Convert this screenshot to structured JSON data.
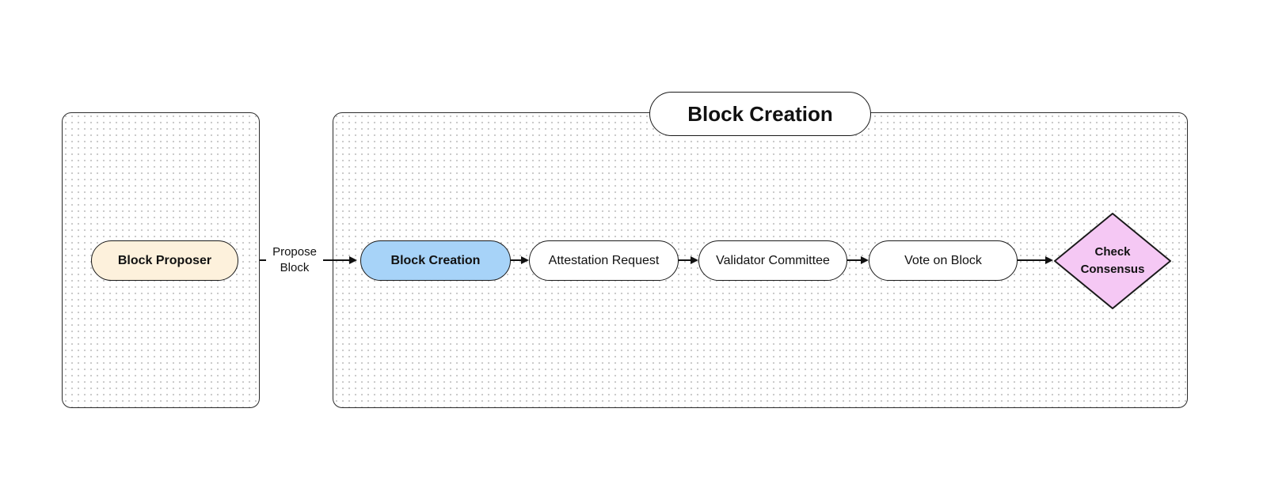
{
  "colors": {
    "canvas_bg": "#ffffff",
    "container_border": "#2b2b2b",
    "container_dot": "#c8c8c8",
    "node_border": "#1a1a1a",
    "arrow": "#111111",
    "proposer_fill": "#fdf1dc",
    "creation_fill": "#a7d3f8",
    "plain_fill": "#ffffff",
    "diamond_fill": "#f5c8f4",
    "text": "#111111"
  },
  "left_cluster": {
    "proposer_label": "Block Proposer"
  },
  "edge": {
    "label_line1": "Propose",
    "label_line2": "Block"
  },
  "right_cluster": {
    "title": "Block Creation",
    "nodes": {
      "creation": "Block Creation",
      "attestation": "Attestation Request",
      "committee": "Validator Committee",
      "vote": "Vote on Block",
      "diamond_line1": "Check",
      "diamond_line2": "Consensus"
    }
  }
}
